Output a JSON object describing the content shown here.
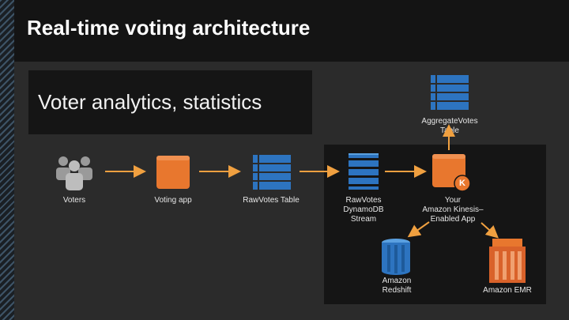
{
  "title": "Real-time voting architecture",
  "analytics_heading": "Voter analytics, statistics",
  "nodes": {
    "voters": "Voters",
    "voting_app": "Voting app",
    "raw_votes_table": "RawVotes Table",
    "raw_votes_stream": "RawVotes\nDynamoDB\nStream",
    "kinesis_app": "Your\nAmazon Kinesis–\nEnabled App",
    "aggregate_table": "AggregateVotes\nTable",
    "redshift": "Amazon\nRedshift",
    "emr": "Amazon EMR"
  },
  "kinesis_badge": "K",
  "colors": {
    "aws_orange": "#e8772e",
    "aws_blue": "#2d74c0",
    "arrow": "#f0a040"
  }
}
